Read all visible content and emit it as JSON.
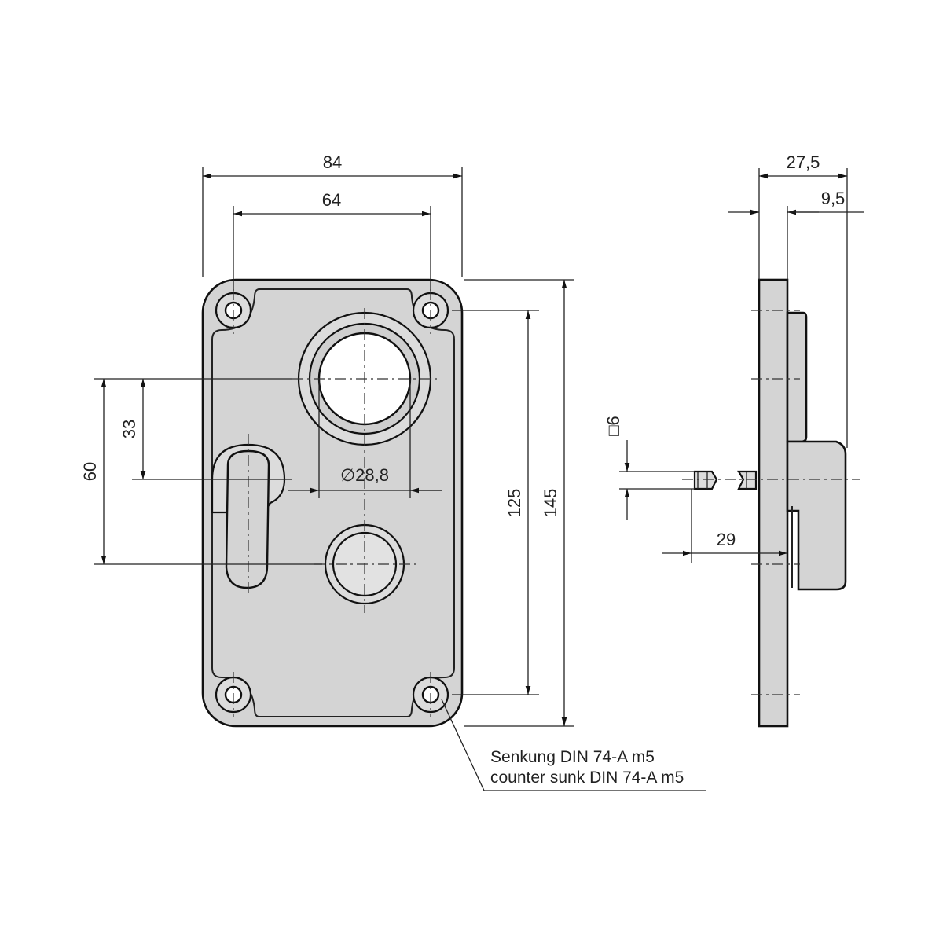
{
  "dimensions": {
    "width_overall": "84",
    "hole_spacing_h": "64",
    "height_overall": "145",
    "hole_spacing_v": "125",
    "offset_upper": "33",
    "offset_lower": "60",
    "bore_diameter": "28,8",
    "diameter_symbol": "∅",
    "depth_overall": "27,5",
    "depth_plate": "9,5",
    "square_symbol": "□",
    "square_size": "6",
    "spindle_length": "29"
  },
  "note": {
    "line_de": "Senkung DIN 74-A m5",
    "line_en": "counter sunk DIN 74-A m5"
  },
  "colors": {
    "part_fill": "#d4d4d4",
    "line": "#111111",
    "background": "#ffffff"
  }
}
